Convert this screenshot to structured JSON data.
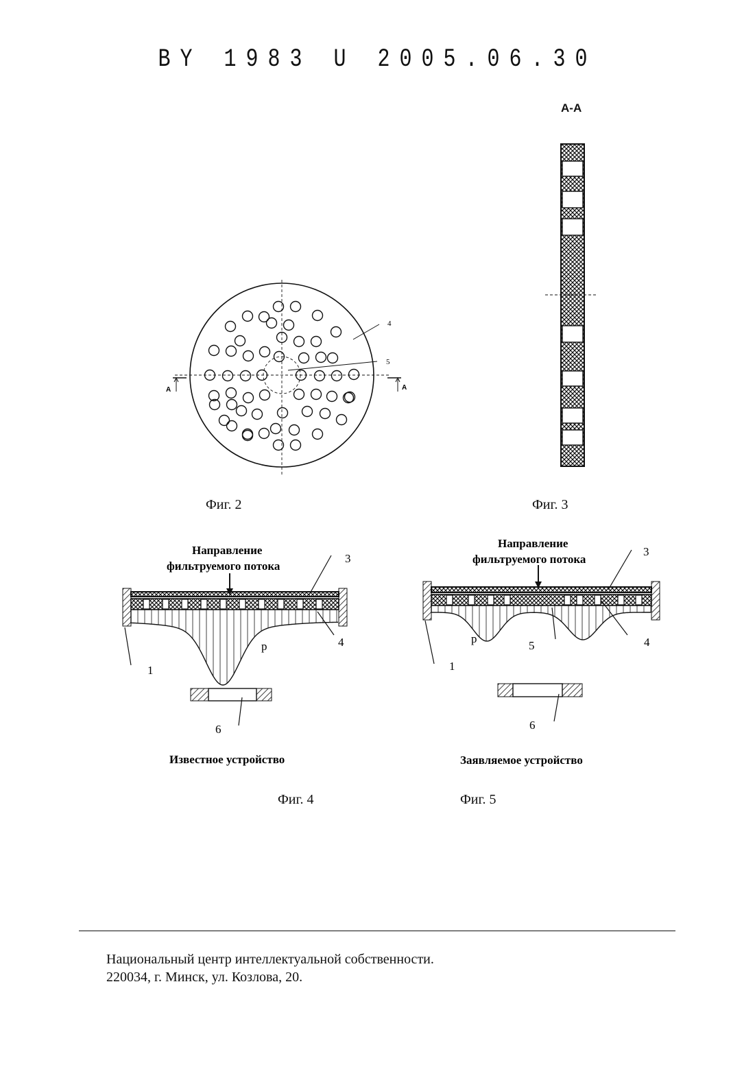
{
  "header": {
    "text": "BY 1983 U 2005.06.30"
  },
  "fig2": {
    "caption": "Фиг. 2",
    "label_4": "4",
    "label_5": "5",
    "section_left": "A",
    "section_right": "A"
  },
  "fig3": {
    "caption": "Фиг. 3",
    "section_title": "A-A"
  },
  "fig4": {
    "caption": "Фиг. 4",
    "flow_line1": "Направление",
    "flow_line2": "фильтруемого потока",
    "label_3": "3",
    "label_4": "4",
    "label_1": "1",
    "label_p": "p",
    "label_6": "6",
    "device_label": "Известное устройство"
  },
  "fig5": {
    "caption": "Фиг. 5",
    "flow_line1": "Направление",
    "flow_line2": "фильтруемого потока",
    "label_3": "3",
    "label_4": "4",
    "label_1": "1",
    "label_p": "p",
    "label_5": "5",
    "label_6": "6",
    "device_label": "Заявляемое устройство"
  },
  "footer": {
    "line1": "Национальный центр интеллектуальной собственности.",
    "line2": "220034, г. Минск, ул. Козлова, 20."
  }
}
